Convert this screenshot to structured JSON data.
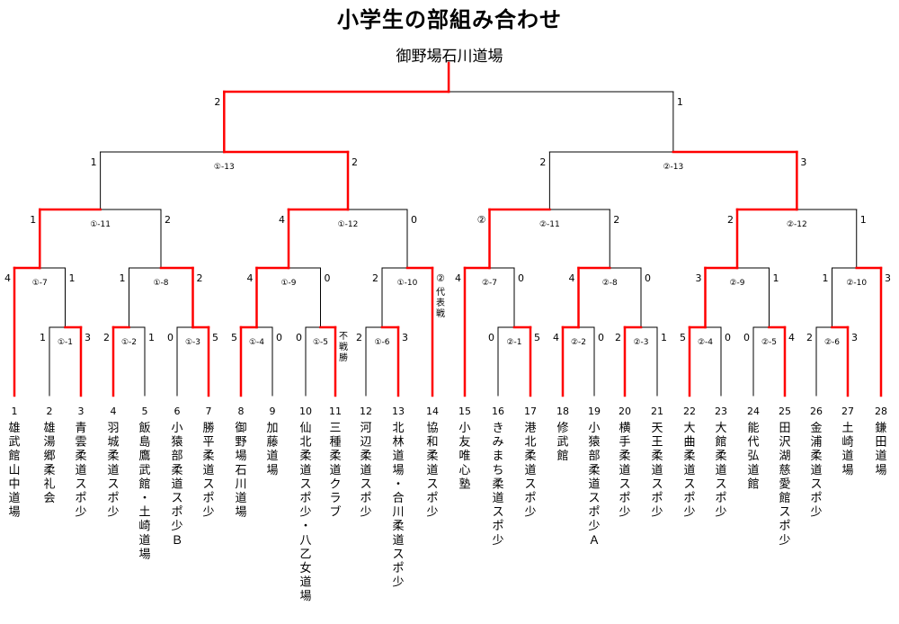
{
  "title": "小学生の部組み合わせ",
  "winner": "御野場石川道場",
  "colors": {
    "win": "#ff0000",
    "line": "#000000"
  },
  "teams": [
    {
      "no": "1",
      "name": "雄武館山中道場"
    },
    {
      "no": "2",
      "name": "雄湯郷柔礼会"
    },
    {
      "no": "3",
      "name": "青雲柔道スポ少"
    },
    {
      "no": "4",
      "name": "羽城柔道スポ少"
    },
    {
      "no": "5",
      "name": "飯島鷹武館・土崎道場"
    },
    {
      "no": "6",
      "name": "小猿部柔道スポ少Ｂ"
    },
    {
      "no": "7",
      "name": "勝平柔道スポ少"
    },
    {
      "no": "8",
      "name": "御野場石川道場"
    },
    {
      "no": "9",
      "name": "加藤道場"
    },
    {
      "no": "10",
      "name": "仙北柔道スポ少・八乙女道場"
    },
    {
      "no": "11",
      "name": "三種柔道クラブ"
    },
    {
      "no": "12",
      "name": "河辺柔道スポ少"
    },
    {
      "no": "13",
      "name": "北林道場・合川柔道スポ少"
    },
    {
      "no": "14",
      "name": "協和柔道スポ少"
    },
    {
      "no": "15",
      "name": "小友唯心塾"
    },
    {
      "no": "16",
      "name": "きみまち柔道スポ少"
    },
    {
      "no": "17",
      "name": "港北柔道スポ少"
    },
    {
      "no": "18",
      "name": "修武館"
    },
    {
      "no": "19",
      "name": "小猿部柔道スポ少Ａ"
    },
    {
      "no": "20",
      "name": "横手柔道スポ少"
    },
    {
      "no": "21",
      "name": "天王柔道スポ少"
    },
    {
      "no": "22",
      "name": "大曲柔道スポ少"
    },
    {
      "no": "23",
      "name": "大館柔道スポ少"
    },
    {
      "no": "24",
      "name": "能代弘道館"
    },
    {
      "no": "25",
      "name": "田沢湖慈愛館スポ少"
    },
    {
      "no": "26",
      "name": "金浦柔道スポ少"
    },
    {
      "no": "27",
      "name": "土崎道場"
    },
    {
      "no": "28",
      "name": "鎌田道場"
    }
  ],
  "matches": {
    "m1": {
      "label": "①-1",
      "left": "1",
      "right": "3",
      "winner": "right"
    },
    "m2": {
      "label": "①-2",
      "left": "2",
      "right": "1",
      "winner": "left"
    },
    "m3": {
      "label": "①-3",
      "left": "0",
      "right": "5",
      "winner": "right"
    },
    "m4": {
      "label": "①-4",
      "left": "5",
      "right": "0",
      "winner": "left"
    },
    "m5": {
      "label": "①-5",
      "left": "0",
      "right": "",
      "winner": "right",
      "note": "不戦勝"
    },
    "m6": {
      "label": "①-6",
      "left": "2",
      "right": "3",
      "winner": "right"
    },
    "m7": {
      "label": "①-7",
      "left": "4",
      "right": "1",
      "winner": "left"
    },
    "m8": {
      "label": "①-8",
      "left": "1",
      "right": "2",
      "winner": "right"
    },
    "m9": {
      "label": "①-9",
      "left": "4",
      "right": "0",
      "winner": "left"
    },
    "m10": {
      "label": "①-10",
      "left": "2",
      "right": "②",
      "winner": "right",
      "note": "代表戦"
    },
    "m11": {
      "label": "①-11",
      "left": "1",
      "right": "2",
      "winner": "left"
    },
    "m12": {
      "label": "①-12",
      "left": "4",
      "right": "0",
      "winner": "left"
    },
    "m13": {
      "label": "①-13",
      "left": "1",
      "right": "2",
      "winner": "right"
    },
    "n1": {
      "label": "②-1",
      "left": "0",
      "right": "5",
      "winner": "right"
    },
    "n2": {
      "label": "②-2",
      "left": "4",
      "right": "0",
      "winner": "left"
    },
    "n3": {
      "label": "②-3",
      "left": "2",
      "right": "1",
      "winner": "left"
    },
    "n4": {
      "label": "②-4",
      "left": "5",
      "right": "0",
      "winner": "left"
    },
    "n5": {
      "label": "②-5",
      "left": "0",
      "right": "4",
      "winner": "right"
    },
    "n6": {
      "label": "②-6",
      "left": "2",
      "right": "3",
      "winner": "right"
    },
    "n7": {
      "label": "②-7",
      "left": "4",
      "right": "0",
      "winner": "left"
    },
    "n8": {
      "label": "②-8",
      "left": "4",
      "right": "0",
      "winner": "left"
    },
    "n9": {
      "label": "②-9",
      "left": "3",
      "right": "1",
      "winner": "left"
    },
    "n10": {
      "label": "②-10",
      "left": "1",
      "right": "3",
      "winner": "right"
    },
    "n11": {
      "label": "②-11",
      "left": "②",
      "right": "2",
      "winner": "left"
    },
    "n12": {
      "label": "②-12",
      "left": "2",
      "right": "1",
      "winner": "left"
    },
    "n13": {
      "label": "②-13",
      "left": "2",
      "right": "3",
      "winner": "right"
    },
    "final": {
      "label": "",
      "left": "2",
      "right": "1",
      "winner": "left"
    }
  }
}
